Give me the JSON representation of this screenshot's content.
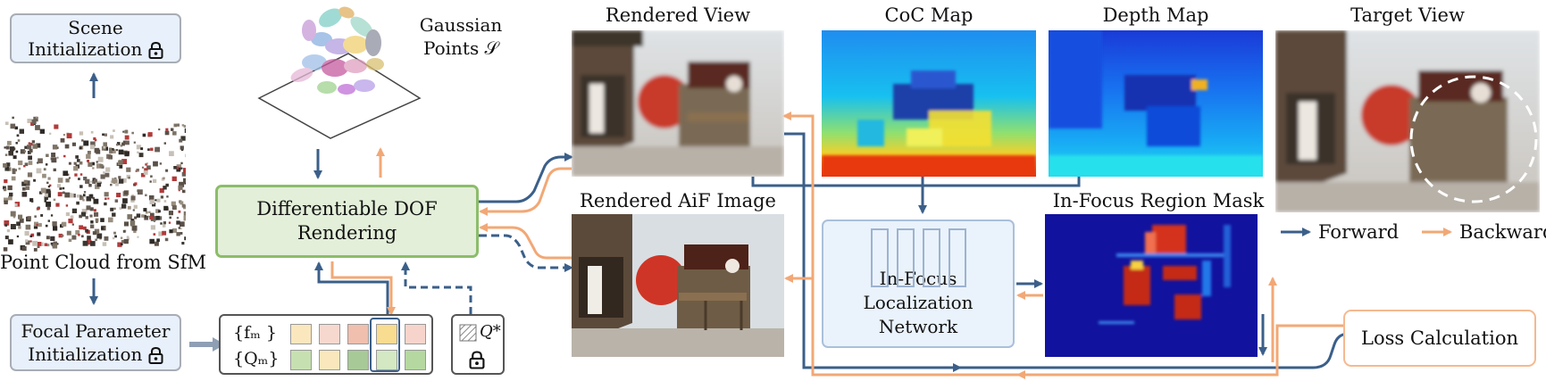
{
  "scene_init": {
    "line1": "Scene",
    "line2": "Initialization"
  },
  "point_cloud_label": "Point Cloud from SfM",
  "focal_init": {
    "line1": "Focal Parameter",
    "line2": "Initialization"
  },
  "gaussian_label": {
    "line1": "Gaussian",
    "line2": "Points 𝒮"
  },
  "dof_box": {
    "line1": "Differentiable DOF",
    "line2": "Rendering"
  },
  "param_rows": {
    "f_label": "{fₘ }",
    "q_label": "{Qₘ}"
  },
  "q_star_label": "Q*",
  "rendered_view_title": "Rendered View",
  "coc_title": "CoC Map",
  "depth_title": "Depth Map",
  "target_title": "Target View",
  "aif_title": "Rendered AiF Image",
  "mask_title": "In-Focus Region Mask",
  "network_box": {
    "line1": "In-Focus Localization",
    "line2": "Network"
  },
  "loss_box": "Loss Calculation",
  "legend": {
    "forward": "Forward",
    "backward": "Backward"
  },
  "colors": {
    "forward": "#3b5f89",
    "backward": "#f2a876",
    "blue_box_bg": "#e8f0fb",
    "green_box_bg": "#e3efd9",
    "green_border": "#8cbd6a",
    "loss_border": "#f5b990"
  },
  "icons": [
    "lock-icon",
    "lock-icon",
    "lock-icon",
    "hatched-square-icon"
  ]
}
